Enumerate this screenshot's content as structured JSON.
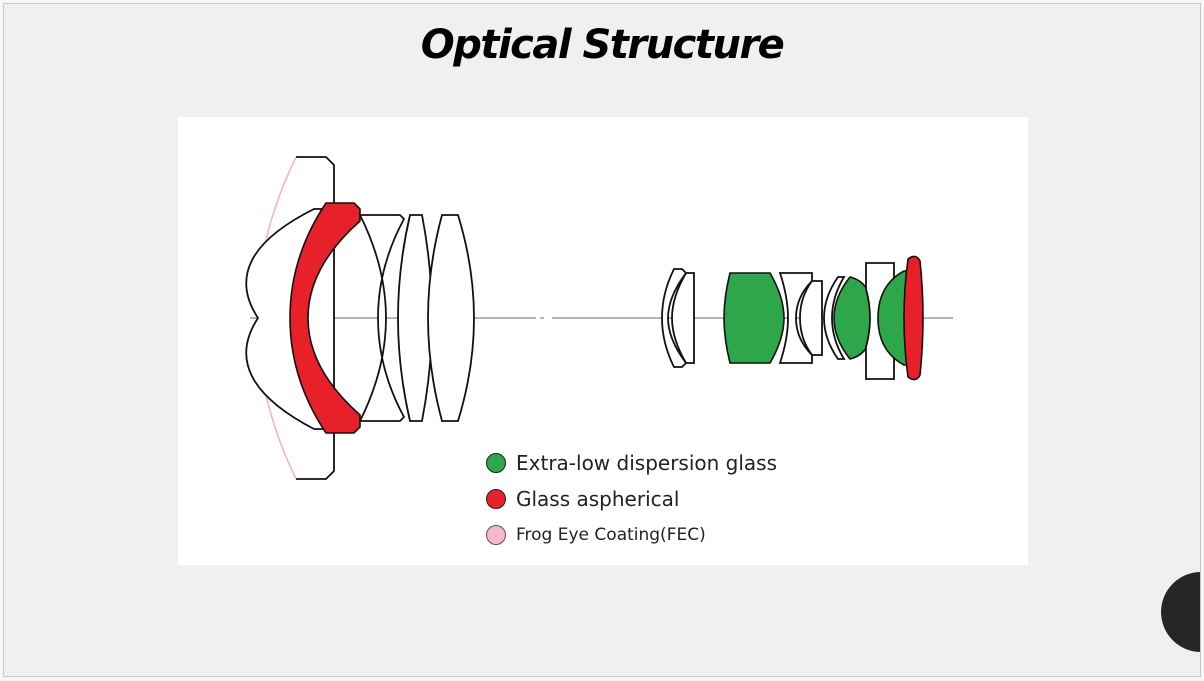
{
  "slide": {
    "title": "Optical Structure"
  },
  "diagram": {
    "type": "lens-optical-structure",
    "axis_color": "#888888",
    "colors": {
      "ed_glass": "#2ea64a",
      "aspherical": "#e8202a",
      "fec": "#f2b0c4",
      "outline": "#111111"
    },
    "front_group": {
      "elements": [
        "fec-coated-meniscus",
        "aspherical-meniscus",
        "negative-meniscus",
        "biconvex",
        "biconvex"
      ]
    },
    "rear_group": {
      "elements": [
        "meniscus-pair",
        "ed-biconvex",
        "cemented-doublet",
        "ed-biconvex",
        "ed-biconvex",
        "aspherical-biconvex"
      ]
    }
  },
  "legend": {
    "items": [
      {
        "label": "Extra-low dispersion glass",
        "color": "#2ea64a",
        "icon": "green-circle-icon"
      },
      {
        "label": "Glass aspherical",
        "color": "#e8202a",
        "icon": "red-circle-icon"
      },
      {
        "label": "Frog Eye Coating(FEC)",
        "color": "#f7b6cb",
        "icon": "pink-circle-icon"
      }
    ]
  }
}
